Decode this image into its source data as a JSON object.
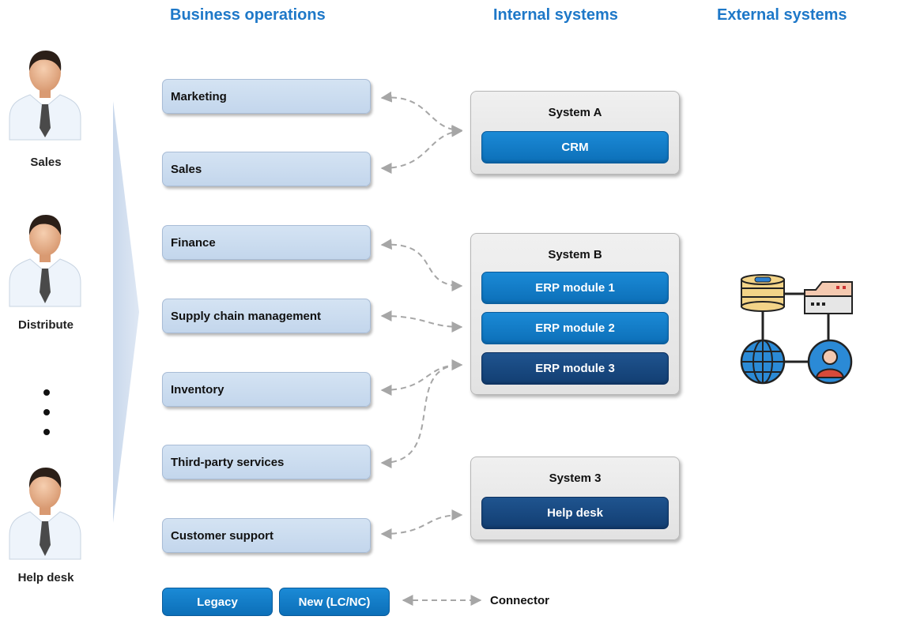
{
  "headers": {
    "business": "Business operations",
    "internal": "Internal systems",
    "external": "External systems"
  },
  "people": [
    {
      "label": "Sales",
      "icon": "businessman-icon"
    },
    {
      "label": "Distribute",
      "icon": "businessman-icon"
    },
    {
      "label": "Help desk",
      "icon": "businessman-icon"
    }
  ],
  "business_operations": [
    "Marketing",
    "Sales",
    "Finance",
    "Supply chain management",
    "Inventory",
    "Third-party services",
    "Customer support"
  ],
  "systems": {
    "a": {
      "title": "System A",
      "modules": [
        {
          "label": "CRM",
          "kind": "legacy"
        }
      ]
    },
    "b": {
      "title": "System B",
      "modules": [
        {
          "label": "ERP module 1",
          "kind": "legacy"
        },
        {
          "label": "ERP module 2",
          "kind": "legacy"
        },
        {
          "label": "ERP module 3",
          "kind": "new"
        }
      ]
    },
    "c": {
      "title": "System 3",
      "modules": [
        {
          "label": "Help desk",
          "kind": "new"
        }
      ]
    },
    "third_party": {
      "title": "Third-party system",
      "icons": [
        "database-icon",
        "server-icon",
        "globe-icon",
        "user-icon"
      ]
    }
  },
  "connections": [
    {
      "from": "Marketing",
      "to": "System A"
    },
    {
      "from": "Sales",
      "to": "System A"
    },
    {
      "from": "Finance",
      "to": "ERP module 1"
    },
    {
      "from": "Supply chain management",
      "to": "ERP module 2"
    },
    {
      "from": "Inventory",
      "to": "ERP module 3"
    },
    {
      "from": "Third-party services",
      "to": "ERP module 3"
    },
    {
      "from": "Customer support",
      "to": "Help desk"
    }
  ],
  "legend": {
    "legacy": "Legacy",
    "new": "New (LC/NC)",
    "connector": "Connector"
  },
  "colors": {
    "header": "#1e78c8",
    "legacy_module": "#0c7bc6",
    "new_module": "#17477f",
    "business_box": "#c9daee",
    "system_box": "#e8e8e8",
    "connector": "#a6a6a6"
  }
}
